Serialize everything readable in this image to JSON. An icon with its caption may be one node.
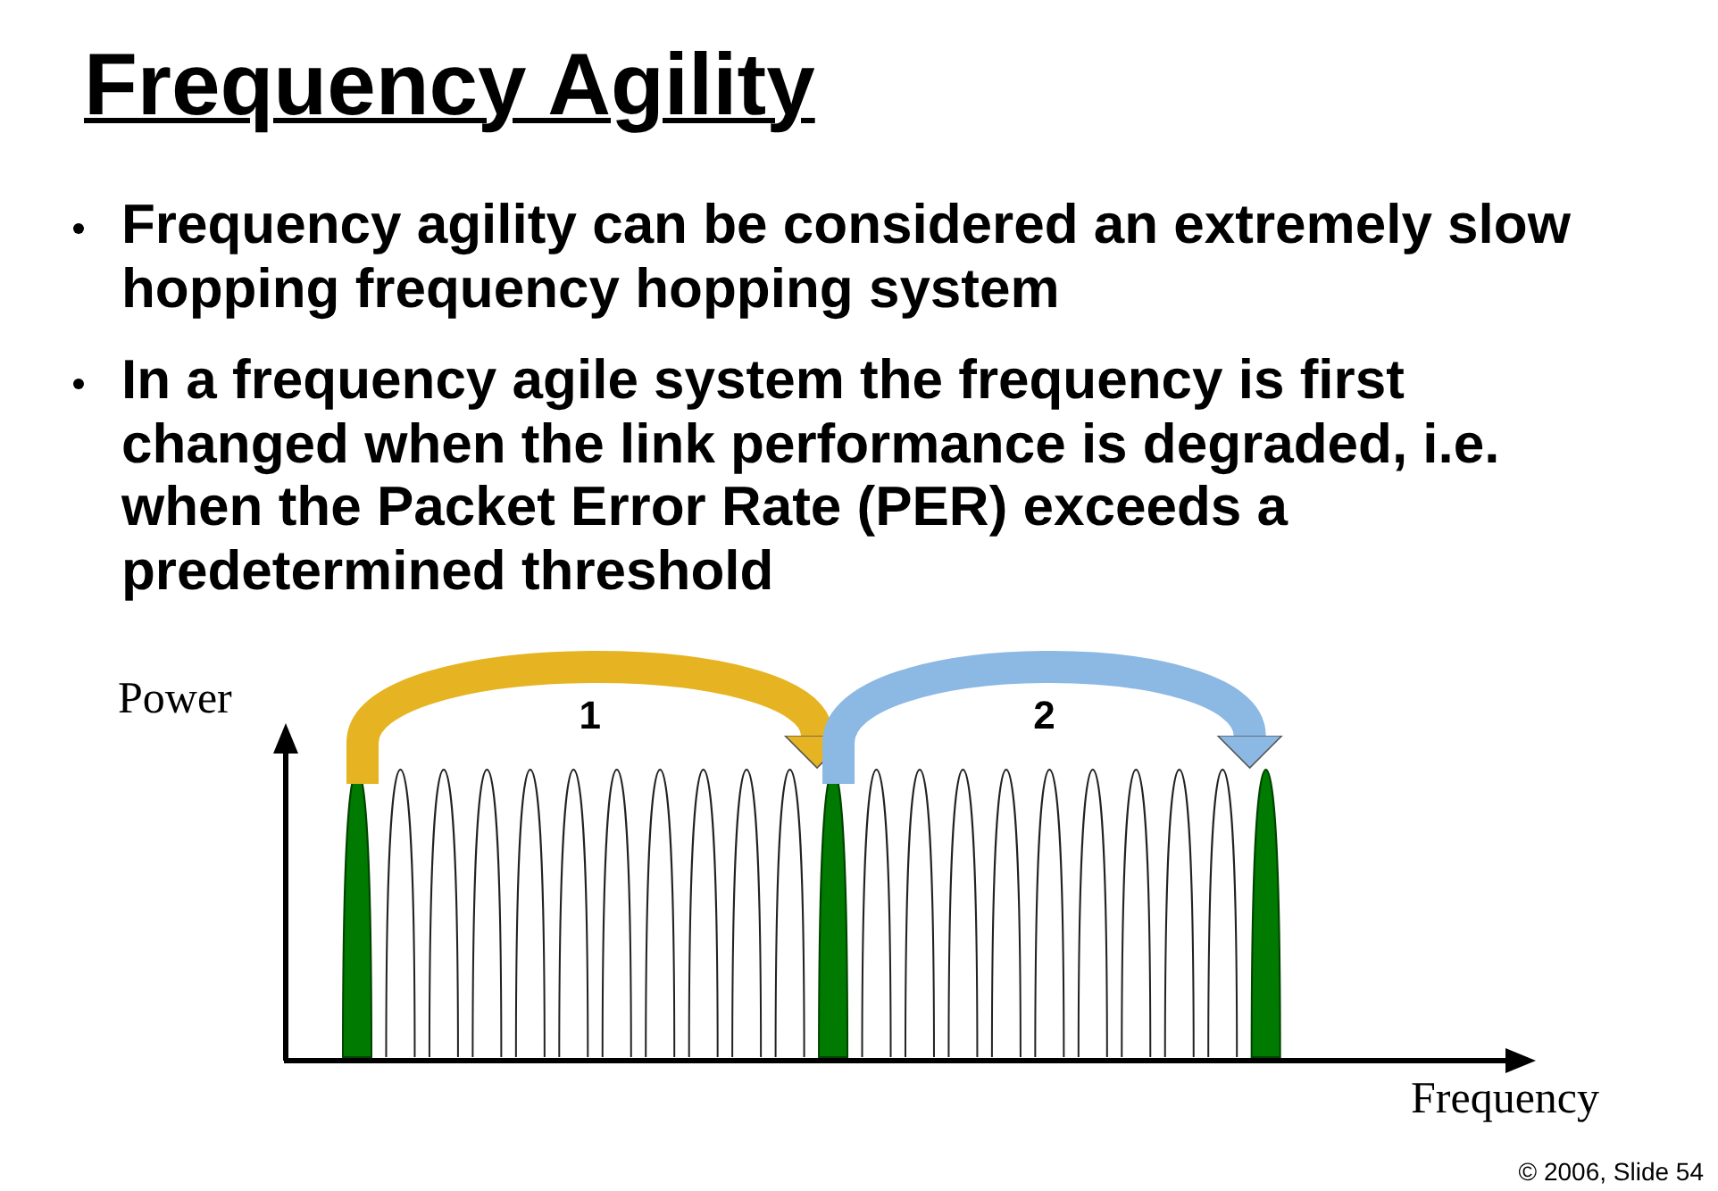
{
  "diagram": {
    "title": "Frequency Agility",
    "nodes": [
      {
        "text": [],
        "shape": "bar"
      },
      {
        "text": [],
        "shape": "bar"
      },
      {
        "text": [],
        "shape": "bar"
      }
    ],
    "edges": [
      {
        "from": 0,
        "to": 1,
        "arrow": "to",
        "label": "1",
        "color": "#e6b422"
      },
      {
        "from": 1,
        "to": 2,
        "arrow": "to",
        "label": "2",
        "color": "#8cb8e4"
      }
    ],
    "labels": [
      "Frequency agility can be considered an extremely slow hopping frequency hopping system",
      "In a frequency agile system the frequency is first changed when the link performance is degraded, i.e. when the Packet Error Rate (PER) exceeds a predetermined threshold",
      "Power",
      "Frequency",
      "© 2006, Slide 54"
    ]
  }
}
